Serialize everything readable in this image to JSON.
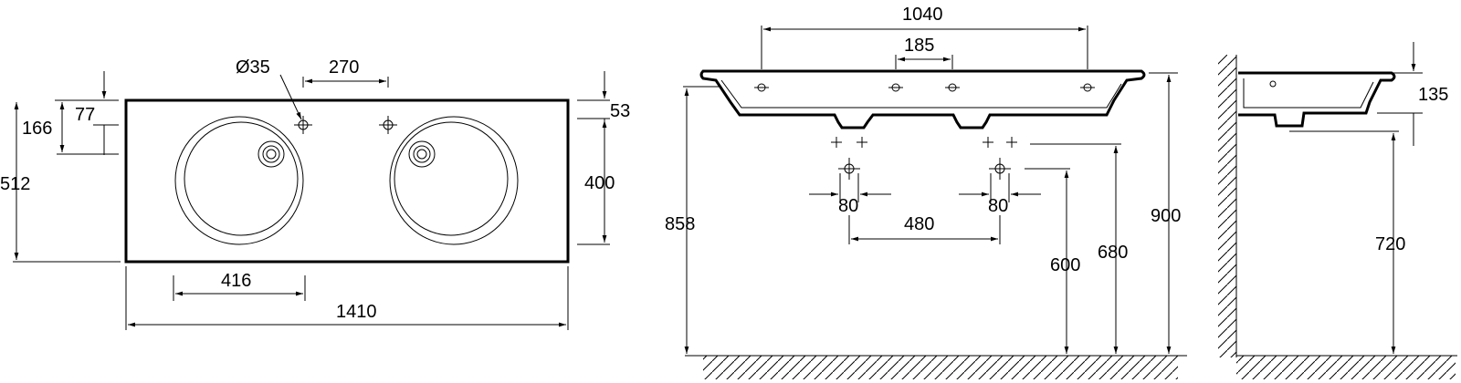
{
  "top_view": {
    "diameter": "Ø35",
    "hole_spacing": "270",
    "depth_77": "77",
    "depth_166": "166",
    "width_512": "512",
    "top_53": "53",
    "bowl_400": "400",
    "bowl_416": "416",
    "total_1410": "1410"
  },
  "front_view": {
    "overall_1040": "1040",
    "center_185": "185",
    "height_858": "858",
    "pipe_80_left": "80",
    "pipe_80_right": "80",
    "pipe_480": "480",
    "height_600": "600",
    "height_680": "680",
    "height_900": "900"
  },
  "side_view": {
    "depth_135": "135",
    "height_720": "720"
  }
}
